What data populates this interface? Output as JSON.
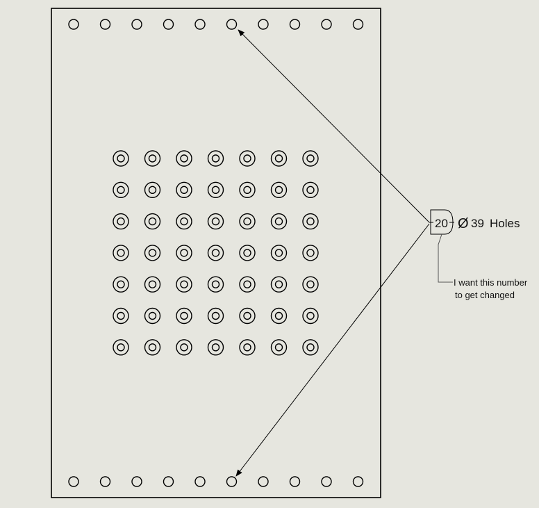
{
  "drawing": {
    "colors": {
      "background": "#e6e6df",
      "line": "#000000",
      "note_line": "#555555"
    },
    "top_row_holes": 10,
    "bottom_row_holes": 10,
    "center_grid": {
      "rows": 7,
      "cols": 7,
      "concentric": true
    }
  },
  "callout": {
    "count": "20",
    "diameter_symbol": "Ø",
    "size": "39",
    "label": "Holes"
  },
  "note": {
    "line1": "I want this number",
    "line2": "to get changed"
  }
}
